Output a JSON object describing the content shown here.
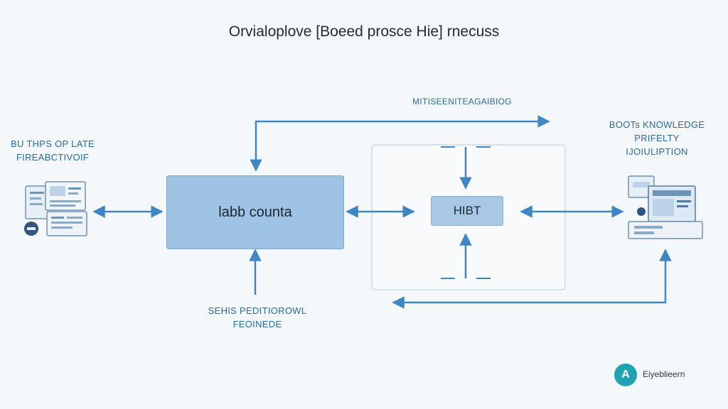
{
  "title": "Orvialoplove [Boeed prosce Hie] rnecuss",
  "labels": {
    "top_center": "MITISEENITEAGAIBIOG",
    "left_line1": "BU THPS OP LATE",
    "left_line2": "FIREABCTIVOIF",
    "right_line1": "BOOTs KNOWLEDGE",
    "right_line2": "PRIFELTY",
    "right_line3": "IJOIULIPTION",
    "bottom_line1": "SEHIS PEDITIOROWL",
    "bottom_line2": "FEOINEDE"
  },
  "nodes": {
    "main": "labb counta",
    "inner": "HIBT"
  },
  "badge": {
    "letter": "A",
    "text": "Eiyeblieern"
  },
  "colors": {
    "arrow": "#3f86c4",
    "main_box": "#9fc3e5",
    "inner_box": "#a9c8e6",
    "label": "#2a6a9e",
    "badge": "#1fa3b3"
  },
  "icons": [
    "documents-icon",
    "computer-screen-icon"
  ]
}
